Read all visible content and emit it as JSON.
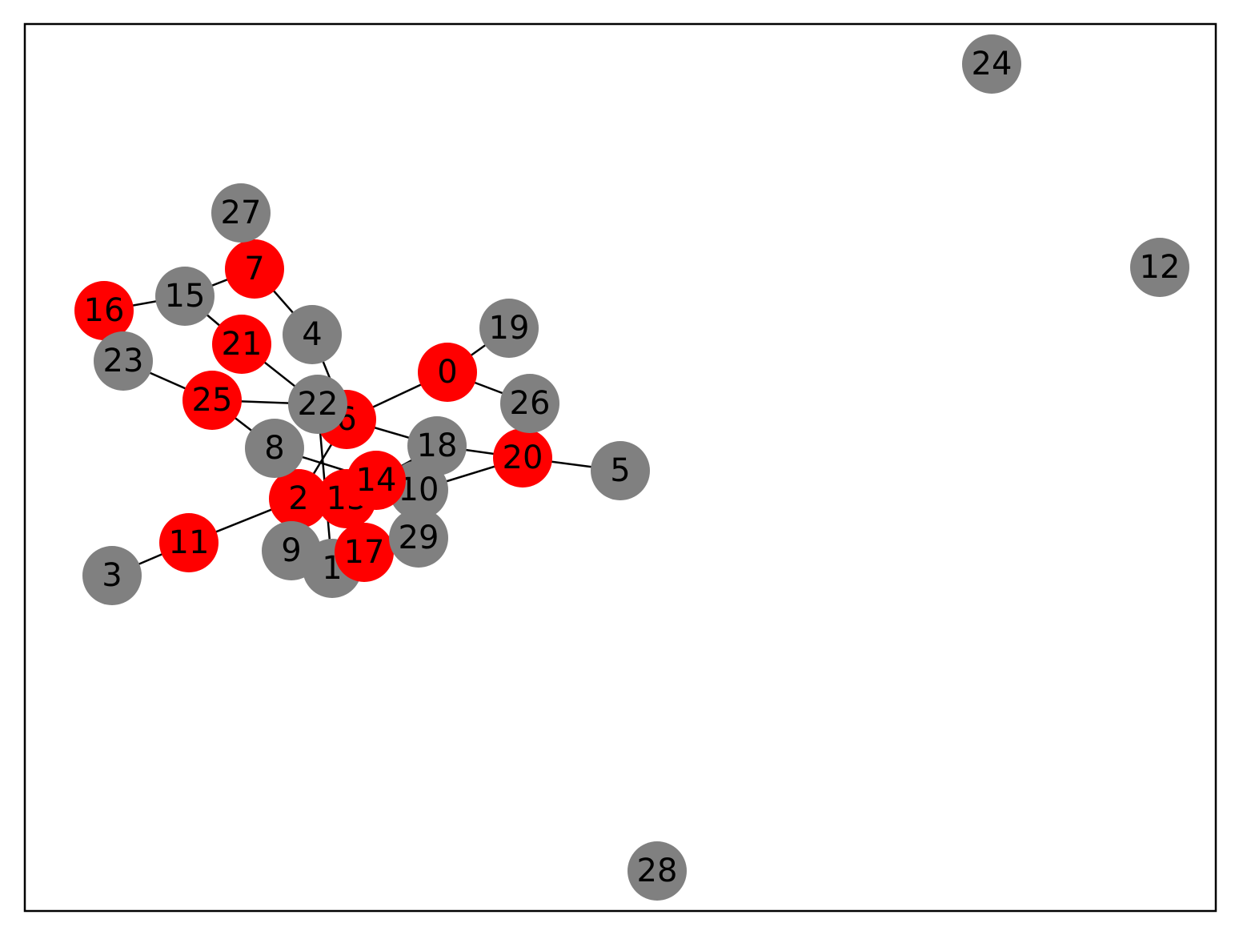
{
  "graph": {
    "colors": {
      "highlight": "#ff0000",
      "default": "#808080",
      "edge": "#000000",
      "frame": "#000000"
    },
    "nodes": [
      {
        "id": "0",
        "label": "0",
        "color": "highlight"
      },
      {
        "id": "1",
        "label": "1",
        "color": "default"
      },
      {
        "id": "2",
        "label": "2",
        "color": "highlight"
      },
      {
        "id": "3",
        "label": "3",
        "color": "default"
      },
      {
        "id": "4",
        "label": "4",
        "color": "default"
      },
      {
        "id": "5",
        "label": "5",
        "color": "default"
      },
      {
        "id": "6",
        "label": "6",
        "color": "highlight"
      },
      {
        "id": "7",
        "label": "7",
        "color": "highlight"
      },
      {
        "id": "8",
        "label": "8",
        "color": "default"
      },
      {
        "id": "9",
        "label": "9",
        "color": "default"
      },
      {
        "id": "10",
        "label": "10",
        "color": "default"
      },
      {
        "id": "11",
        "label": "11",
        "color": "highlight"
      },
      {
        "id": "12",
        "label": "12",
        "color": "default"
      },
      {
        "id": "13",
        "label": "13",
        "color": "highlight"
      },
      {
        "id": "14",
        "label": "14",
        "color": "highlight"
      },
      {
        "id": "15",
        "label": "15",
        "color": "default"
      },
      {
        "id": "16",
        "label": "16",
        "color": "highlight"
      },
      {
        "id": "17",
        "label": "17",
        "color": "highlight"
      },
      {
        "id": "18",
        "label": "18",
        "color": "default"
      },
      {
        "id": "19",
        "label": "19",
        "color": "default"
      },
      {
        "id": "20",
        "label": "20",
        "color": "highlight"
      },
      {
        "id": "21",
        "label": "21",
        "color": "highlight"
      },
      {
        "id": "22",
        "label": "22",
        "color": "default"
      },
      {
        "id": "23",
        "label": "23",
        "color": "default"
      },
      {
        "id": "24",
        "label": "24",
        "color": "default"
      },
      {
        "id": "25",
        "label": "25",
        "color": "highlight"
      },
      {
        "id": "26",
        "label": "26",
        "color": "default"
      },
      {
        "id": "27",
        "label": "27",
        "color": "default"
      },
      {
        "id": "28",
        "label": "28",
        "color": "default"
      },
      {
        "id": "29",
        "label": "29",
        "color": "default"
      }
    ],
    "edges": [
      [
        "0",
        "19"
      ],
      [
        "0",
        "26"
      ],
      [
        "0",
        "6"
      ],
      [
        "26",
        "20"
      ],
      [
        "20",
        "5"
      ],
      [
        "20",
        "18"
      ],
      [
        "20",
        "10"
      ],
      [
        "6",
        "18"
      ],
      [
        "6",
        "4"
      ],
      [
        "6",
        "2"
      ],
      [
        "7",
        "4"
      ],
      [
        "7",
        "15"
      ],
      [
        "15",
        "16"
      ],
      [
        "15",
        "21"
      ],
      [
        "16",
        "23"
      ],
      [
        "21",
        "22"
      ],
      [
        "23",
        "25"
      ],
      [
        "25",
        "22"
      ],
      [
        "25",
        "8"
      ],
      [
        "8",
        "14"
      ],
      [
        "22",
        "1"
      ],
      [
        "18",
        "14"
      ],
      [
        "10",
        "13"
      ],
      [
        "2",
        "11"
      ],
      [
        "11",
        "3"
      ],
      [
        "13",
        "17"
      ],
      [
        "17",
        "29"
      ],
      [
        "2",
        "9"
      ]
    ]
  }
}
